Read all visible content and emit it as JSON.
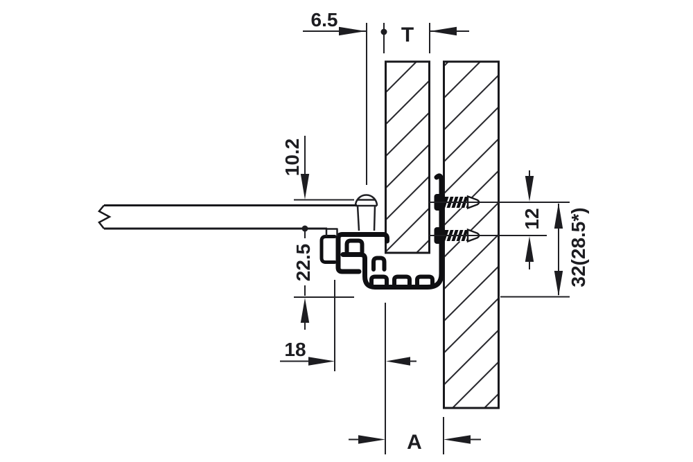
{
  "drawing": {
    "kind": "drawer-runner-mounting-cross-section",
    "dimensions": {
      "pin_offset": "6.5",
      "panel_thickness": "T",
      "top_inset": "10.2",
      "bottom_clearance": "22.5",
      "front_setback": "18",
      "screw_spacing": "12",
      "system_height": "32(28.5*)",
      "runner_clearance": "A"
    },
    "colors": {
      "line_thin": "#202024",
      "line_medium": "#18181c",
      "line_thick": "#0f0f12",
      "hatch": "#2b2b30",
      "background": "#ffffff"
    }
  }
}
